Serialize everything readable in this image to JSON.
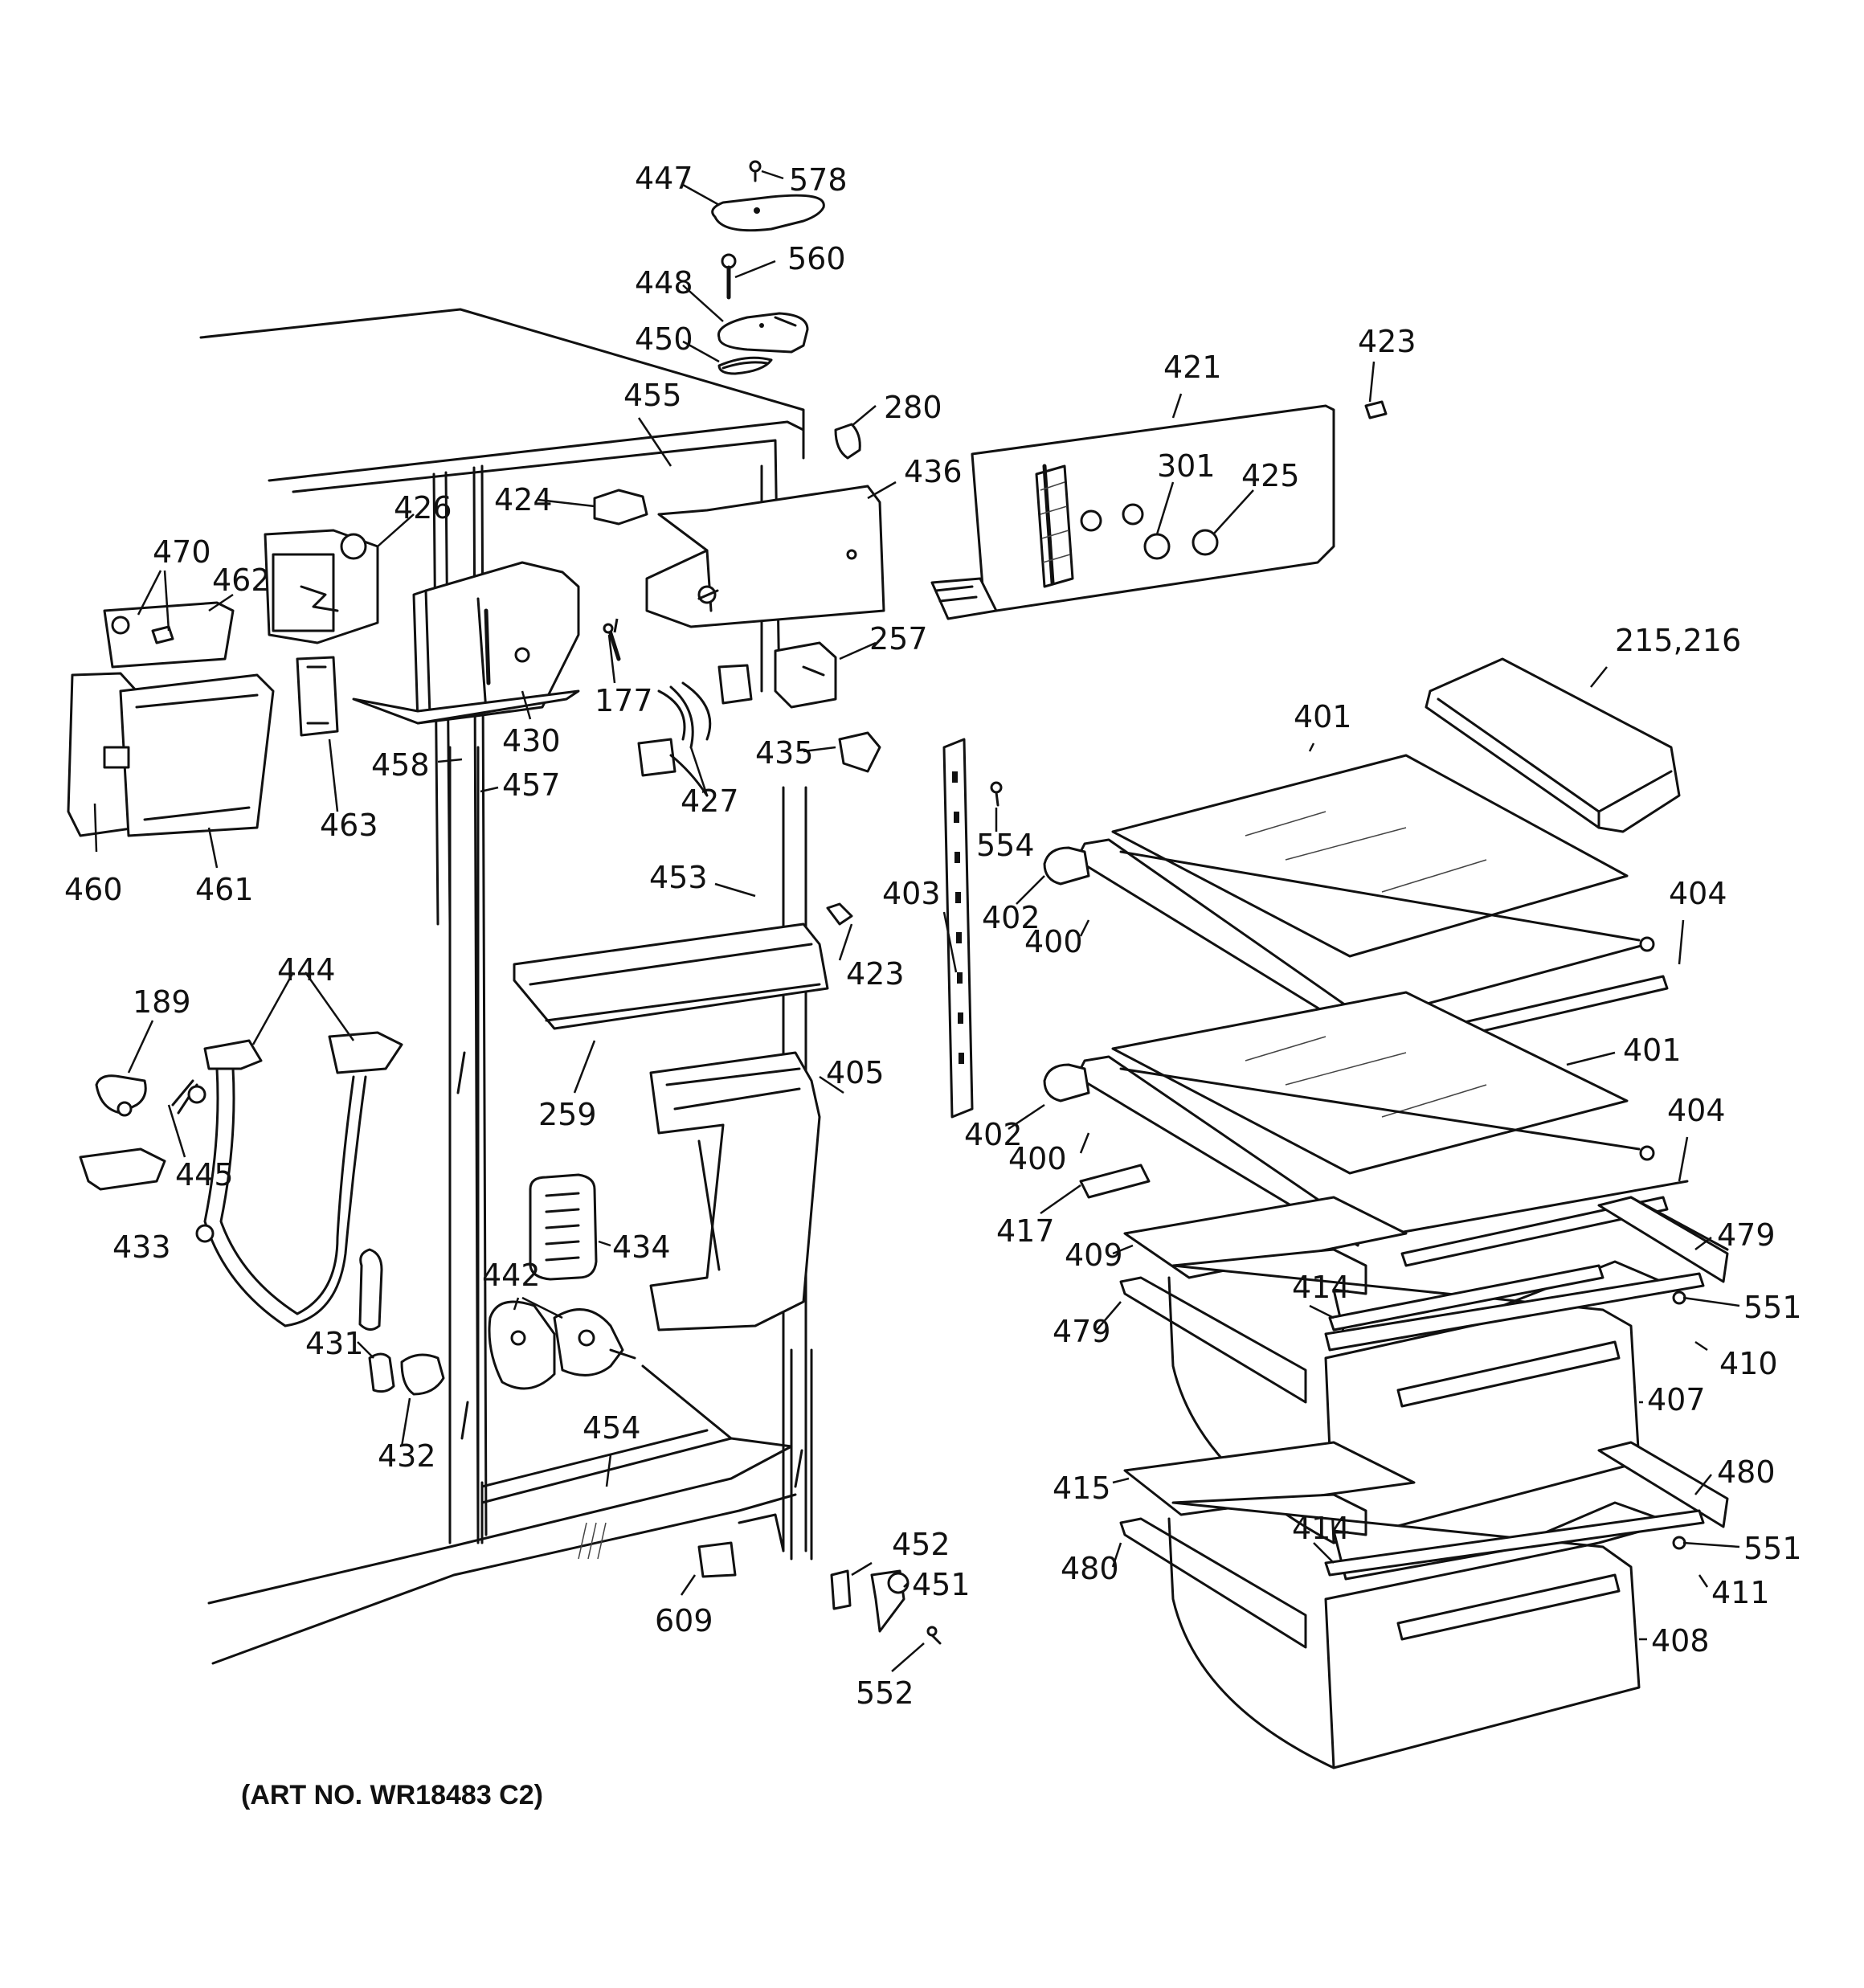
{
  "diagram": {
    "caption": "(ART NO. WR18483 C2)",
    "callouts": [
      {
        "id": "c447",
        "label": "447"
      },
      {
        "id": "c578",
        "label": "578"
      },
      {
        "id": "c448",
        "label": "448"
      },
      {
        "id": "c560",
        "label": "560"
      },
      {
        "id": "c450",
        "label": "450"
      },
      {
        "id": "c455",
        "label": "455"
      },
      {
        "id": "c280",
        "label": "280"
      },
      {
        "id": "c421",
        "label": "421"
      },
      {
        "id": "c423a",
        "label": "423"
      },
      {
        "id": "c426",
        "label": "426"
      },
      {
        "id": "c424",
        "label": "424"
      },
      {
        "id": "c436",
        "label": "436"
      },
      {
        "id": "c301",
        "label": "301"
      },
      {
        "id": "c425",
        "label": "425"
      },
      {
        "id": "c470",
        "label": "470"
      },
      {
        "id": "c462",
        "label": "462"
      },
      {
        "id": "c177",
        "label": "177"
      },
      {
        "id": "c257",
        "label": "257"
      },
      {
        "id": "c215",
        "label": "215,216"
      },
      {
        "id": "c430",
        "label": "430"
      },
      {
        "id": "c458",
        "label": "458"
      },
      {
        "id": "c457",
        "label": "457"
      },
      {
        "id": "c463",
        "label": "463"
      },
      {
        "id": "c427",
        "label": "427"
      },
      {
        "id": "c435",
        "label": "435"
      },
      {
        "id": "c401a",
        "label": "401"
      },
      {
        "id": "c554",
        "label": "554"
      },
      {
        "id": "c460",
        "label": "460"
      },
      {
        "id": "c461",
        "label": "461"
      },
      {
        "id": "c453",
        "label": "453"
      },
      {
        "id": "c403",
        "label": "403"
      },
      {
        "id": "c402a",
        "label": "402"
      },
      {
        "id": "c400a",
        "label": "400"
      },
      {
        "id": "c404a",
        "label": "404"
      },
      {
        "id": "c423b",
        "label": "423"
      },
      {
        "id": "c444",
        "label": "444"
      },
      {
        "id": "c189",
        "label": "189"
      },
      {
        "id": "c401b",
        "label": "401"
      },
      {
        "id": "c405",
        "label": "405"
      },
      {
        "id": "c259",
        "label": "259"
      },
      {
        "id": "c445",
        "label": "445"
      },
      {
        "id": "c402b",
        "label": "402"
      },
      {
        "id": "c400b",
        "label": "400"
      },
      {
        "id": "c404b",
        "label": "404"
      },
      {
        "id": "c434",
        "label": "434"
      },
      {
        "id": "c433",
        "label": "433"
      },
      {
        "id": "c417",
        "label": "417"
      },
      {
        "id": "c409",
        "label": "409"
      },
      {
        "id": "c479a",
        "label": "479"
      },
      {
        "id": "c442",
        "label": "442"
      },
      {
        "id": "c414a",
        "label": "414"
      },
      {
        "id": "c551a",
        "label": "551"
      },
      {
        "id": "c479b",
        "label": "479"
      },
      {
        "id": "c431",
        "label": "431"
      },
      {
        "id": "c410",
        "label": "410"
      },
      {
        "id": "c407",
        "label": "407"
      },
      {
        "id": "c454",
        "label": "454"
      },
      {
        "id": "c432",
        "label": "432"
      },
      {
        "id": "c480a",
        "label": "480"
      },
      {
        "id": "c415",
        "label": "415"
      },
      {
        "id": "c414b",
        "label": "414"
      },
      {
        "id": "c551b",
        "label": "551"
      },
      {
        "id": "c452",
        "label": "452"
      },
      {
        "id": "c480b",
        "label": "480"
      },
      {
        "id": "c451",
        "label": "451"
      },
      {
        "id": "c411",
        "label": "411"
      },
      {
        "id": "c609",
        "label": "609"
      },
      {
        "id": "c408",
        "label": "408"
      },
      {
        "id": "c552",
        "label": "552"
      }
    ]
  }
}
